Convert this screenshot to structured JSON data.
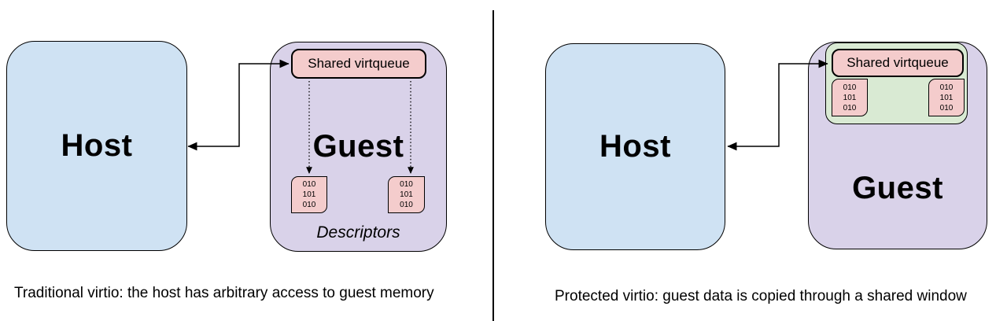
{
  "colors": {
    "background": "#ffffff",
    "host_fill": "#cfe2f3",
    "guest_fill": "#d9d2e9",
    "virtqueue_fill": "#f4cccc",
    "memory_fill": "#f4cccc",
    "window_fill": "#d9ead3",
    "stroke": "#000000"
  },
  "panels": [
    {
      "name": "traditional-virtio",
      "host_label": "Host",
      "guest_label": "Guest",
      "virtqueue_label": "Shared virtqueue",
      "descriptors_label": "Descriptors",
      "memory_bits": [
        "010",
        "101",
        "010"
      ],
      "caption": "Traditional virtio: the host has arbitrary access to guest memory"
    },
    {
      "name": "protected-virtio",
      "host_label": "Host",
      "guest_label": "Guest",
      "virtqueue_label": "Shared virtqueue",
      "memory_bits": [
        "010",
        "101",
        "010"
      ],
      "caption": "Protected virtio: guest data is copied through a shared window"
    }
  ]
}
